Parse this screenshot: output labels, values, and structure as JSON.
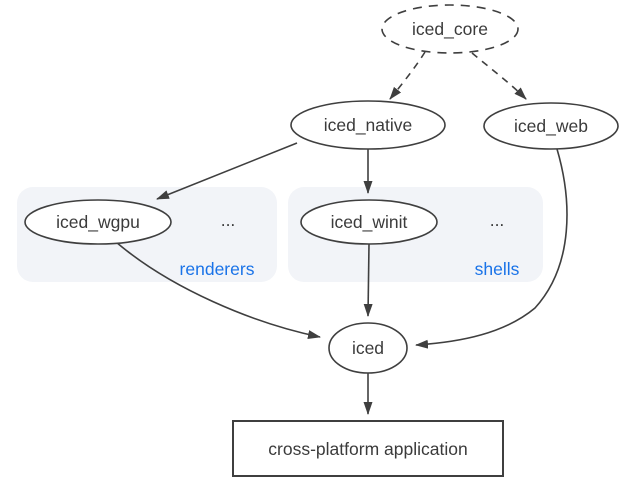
{
  "colors": {
    "background": "#ffffff",
    "edge": "#3f3f3f",
    "node_border": "#3f3f3f",
    "node_fill": "#ffffff",
    "node_text": "#3b3b3b",
    "group_bg": "#f2f4f8",
    "group_label": "#1a73e8"
  },
  "nodes": {
    "iced_core": {
      "label": "iced_core"
    },
    "iced_native": {
      "label": "iced_native"
    },
    "iced_web": {
      "label": "iced_web"
    },
    "iced_wgpu": {
      "label": "iced_wgpu"
    },
    "iced_winit": {
      "label": "iced_winit"
    },
    "iced": {
      "label": "iced"
    },
    "application": {
      "label": "cross-platform application"
    }
  },
  "groups": {
    "renderers": {
      "label": "renderers",
      "ellipsis": "..."
    },
    "shells": {
      "label": "shells",
      "ellipsis": "..."
    }
  },
  "edges": [
    {
      "from": "iced_core",
      "to": "iced_native",
      "style": "dashed"
    },
    {
      "from": "iced_core",
      "to": "iced_web",
      "style": "dashed"
    },
    {
      "from": "iced_native",
      "to": "iced_wgpu",
      "style": "solid"
    },
    {
      "from": "iced_native",
      "to": "iced_winit",
      "style": "solid"
    },
    {
      "from": "iced_wgpu",
      "to": "iced",
      "style": "solid"
    },
    {
      "from": "iced_winit",
      "to": "iced",
      "style": "solid"
    },
    {
      "from": "iced_web",
      "to": "iced",
      "style": "solid"
    },
    {
      "from": "iced",
      "to": "application",
      "style": "solid"
    }
  ]
}
